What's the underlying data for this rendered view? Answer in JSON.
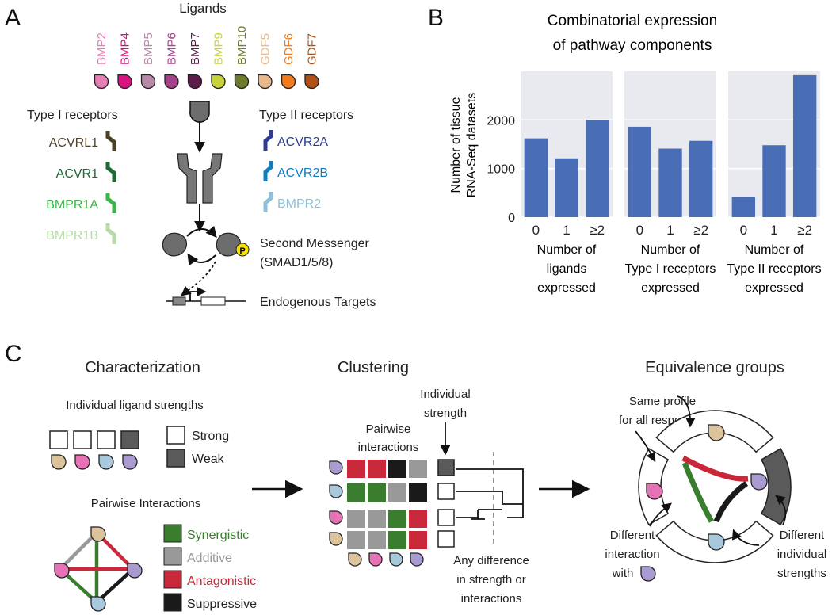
{
  "panels": {
    "a": "A",
    "b": "B",
    "c": "C"
  },
  "panel_a": {
    "ligands_title": "Ligands",
    "ligands": [
      {
        "name": "BMP2",
        "color": "#e67fb3"
      },
      {
        "name": "BMP4",
        "color": "#d8127f"
      },
      {
        "name": "BMP5",
        "color": "#b88aa8"
      },
      {
        "name": "BMP6",
        "color": "#a6418b"
      },
      {
        "name": "BMP7",
        "color": "#5c1d4a"
      },
      {
        "name": "BMP9",
        "color": "#c8d23a"
      },
      {
        "name": "BMP10",
        "color": "#6f7c2c"
      },
      {
        "name": "GDF5",
        "color": "#e8b98c"
      },
      {
        "name": "GDF6",
        "color": "#f07a1c"
      },
      {
        "name": "GDF7",
        "color": "#b0511a"
      }
    ],
    "type1_title": "Type I receptors",
    "type1": [
      {
        "name": "ACVRL1",
        "color": "#4d4229"
      },
      {
        "name": "ACVR1",
        "color": "#1e6a36"
      },
      {
        "name": "BMPR1A",
        "color": "#3db54a"
      },
      {
        "name": "BMPR1B",
        "color": "#b7dba8"
      }
    ],
    "type2_title": "Type II receptors",
    "type2": [
      {
        "name": "ACVR2A",
        "color": "#2e3d8f"
      },
      {
        "name": "ACVR2B",
        "color": "#0f7dbf"
      },
      {
        "name": "BMPR2",
        "color": "#8fc0da"
      }
    ],
    "messenger_label": "Second Messenger",
    "messenger_sub": "(SMAD1/5/8)",
    "phospho": "P",
    "targets_label": "Endogenous Targets"
  },
  "panel_b": {
    "title_line1": "Combinatorial expression",
    "title_line2": "of pathway components",
    "ylabel_line1": "Number of tissue",
    "ylabel_line2": "RNA-Seq datasets",
    "bar_color": "#4a6eb5",
    "grid_bg": "#e8eaf0"
  },
  "chart_data": {
    "type": "bar",
    "title": "Combinatorial expression of pathway components",
    "ylabel": "Number of tissue RNA-Seq datasets",
    "ylim": [
      0,
      3000
    ],
    "yticks": [
      0,
      1000,
      2000
    ],
    "categories": [
      "0",
      "1",
      "≥2"
    ],
    "facets": [
      {
        "xlabel": [
          "Number of",
          "ligands",
          "expressed"
        ],
        "values": [
          1620,
          1210,
          2000
        ]
      },
      {
        "xlabel": [
          "Number of",
          "Type I receptors",
          "expressed"
        ],
        "values": [
          1860,
          1410,
          1570
        ]
      },
      {
        "xlabel": [
          "Number of",
          "Type II receptors",
          "expressed"
        ],
        "values": [
          420,
          1480,
          2920
        ]
      }
    ]
  },
  "panel_c": {
    "characterization": {
      "title": "Characterization",
      "strengths_title": "Individual ligand strengths",
      "strong": "Strong",
      "weak": "Weak",
      "pairwise_title": "Pairwise Interactions",
      "legend": [
        {
          "label": "Synergistic",
          "color": "#3a7d2f"
        },
        {
          "label": "Additive",
          "color": "#999999"
        },
        {
          "label": "Antagonistic",
          "color": "#c8283a"
        },
        {
          "label": "Suppressive",
          "color": "#1a1a1a"
        }
      ],
      "ligand_colors": [
        "#dcc39c",
        "#e673b5",
        "#a8c8dc",
        "#a99ad0"
      ]
    },
    "clustering": {
      "title": "Clustering",
      "individual_line1": "Individual",
      "individual_line2": "strength",
      "pairwise_line1": "Pairwise",
      "pairwise_line2": "interactions",
      "diff_line1": "Any difference",
      "diff_line2": "in strength or",
      "diff_line3": "interactions"
    },
    "equivalence": {
      "title": "Equivalence groups",
      "same_line1": "Same profile",
      "same_line2": "for all responses",
      "diff_int_line1": "Different",
      "diff_int_line2": "interaction",
      "diff_int_line3": "with",
      "diff_str_line1": "Different",
      "diff_str_line2": "individual",
      "diff_str_line3": "strengths"
    }
  }
}
